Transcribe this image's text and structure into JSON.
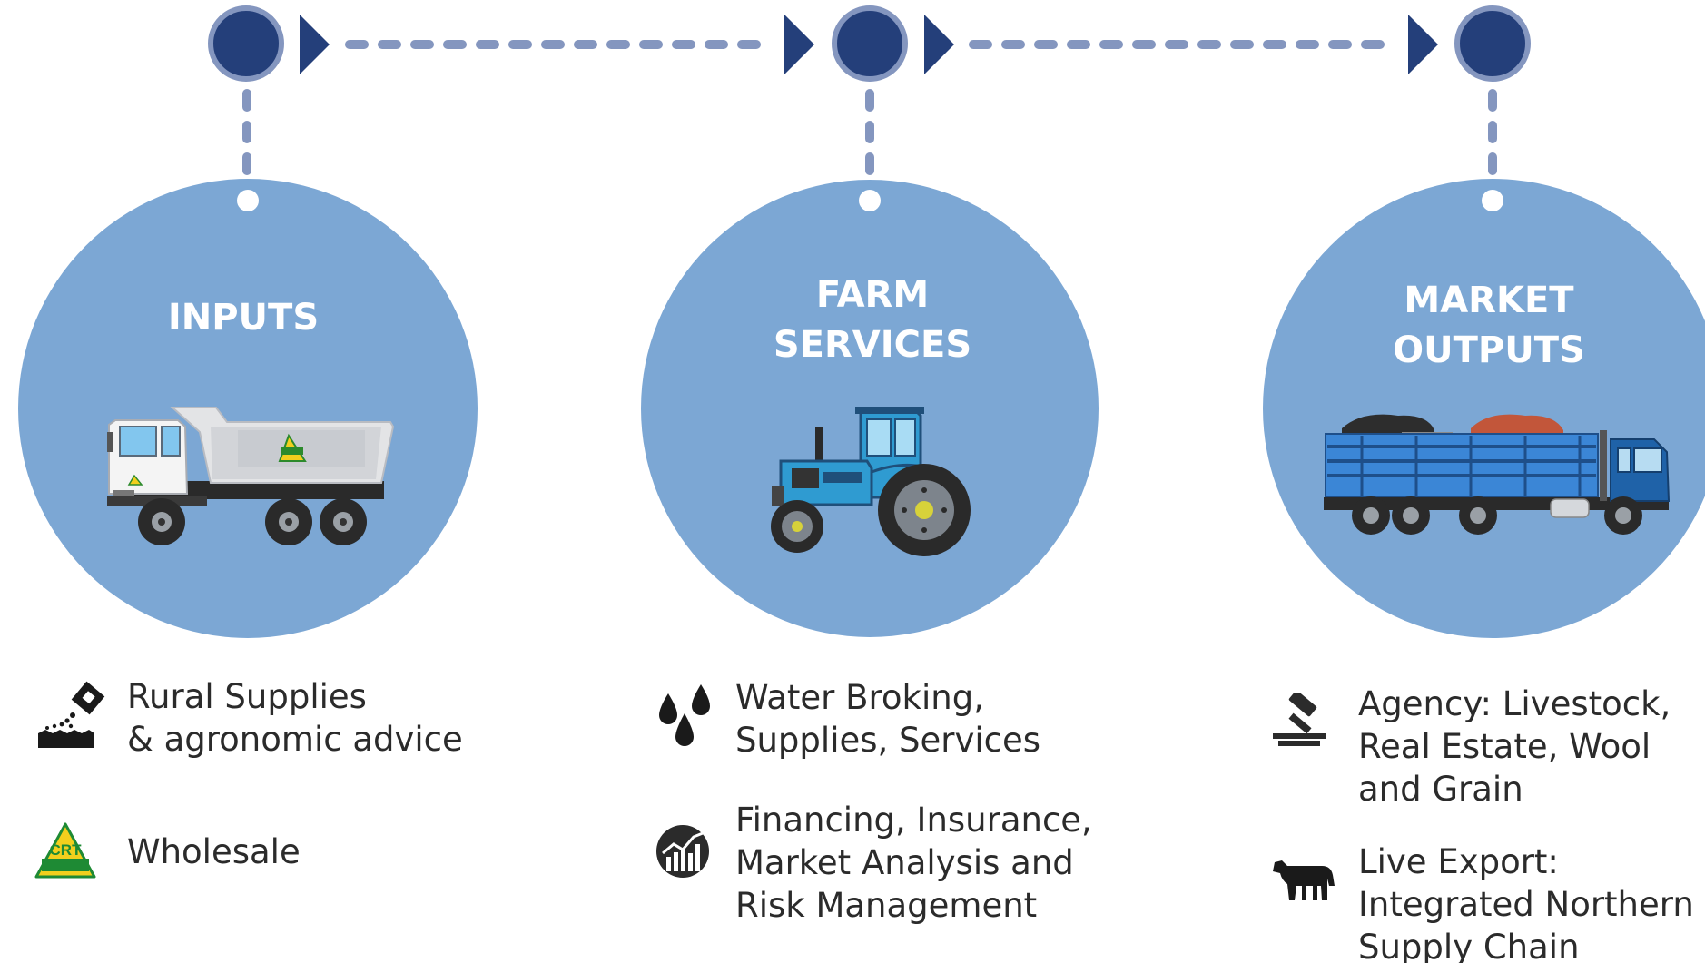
{
  "colors": {
    "connector": "#8496bf",
    "node_fill": "#243f7a",
    "arrow": "#243f7a",
    "circle_fill": "#7ca7d4",
    "title_text": "#ffffff",
    "body_text": "#2b2b2b",
    "truck_blue": "#3b86d6",
    "tractor_blue": "#2f9bd1"
  },
  "stages": [
    {
      "title_lines": [
        "INPUTS"
      ],
      "vehicle_icon": "tipper-truck-icon",
      "items": [
        {
          "icon": "fertiliser-spreading-icon",
          "text": "Rural Supplies\n& agronomic advice"
        },
        {
          "icon": "crt-logo-icon",
          "text": "Wholesale",
          "logo_text": "CRT"
        }
      ]
    },
    {
      "title_lines": [
        "FARM",
        "SERVICES"
      ],
      "vehicle_icon": "tractor-icon",
      "items": [
        {
          "icon": "water-drops-icon",
          "text": "Water Broking,\nSupplies, Services"
        },
        {
          "icon": "market-chart-icon",
          "text": "Financing, Insurance,\nMarket Analysis and\nRisk Management"
        }
      ]
    },
    {
      "title_lines": [
        "MARKET",
        "OUTPUTS"
      ],
      "vehicle_icon": "livestock-truck-icon",
      "items": [
        {
          "icon": "gavel-icon",
          "text": "Agency: Livestock,\nReal Estate, Wool\nand Grain"
        },
        {
          "icon": "cow-icon",
          "text": "Live Export:\nIntegrated Northern\nSupply Chain"
        }
      ]
    }
  ]
}
